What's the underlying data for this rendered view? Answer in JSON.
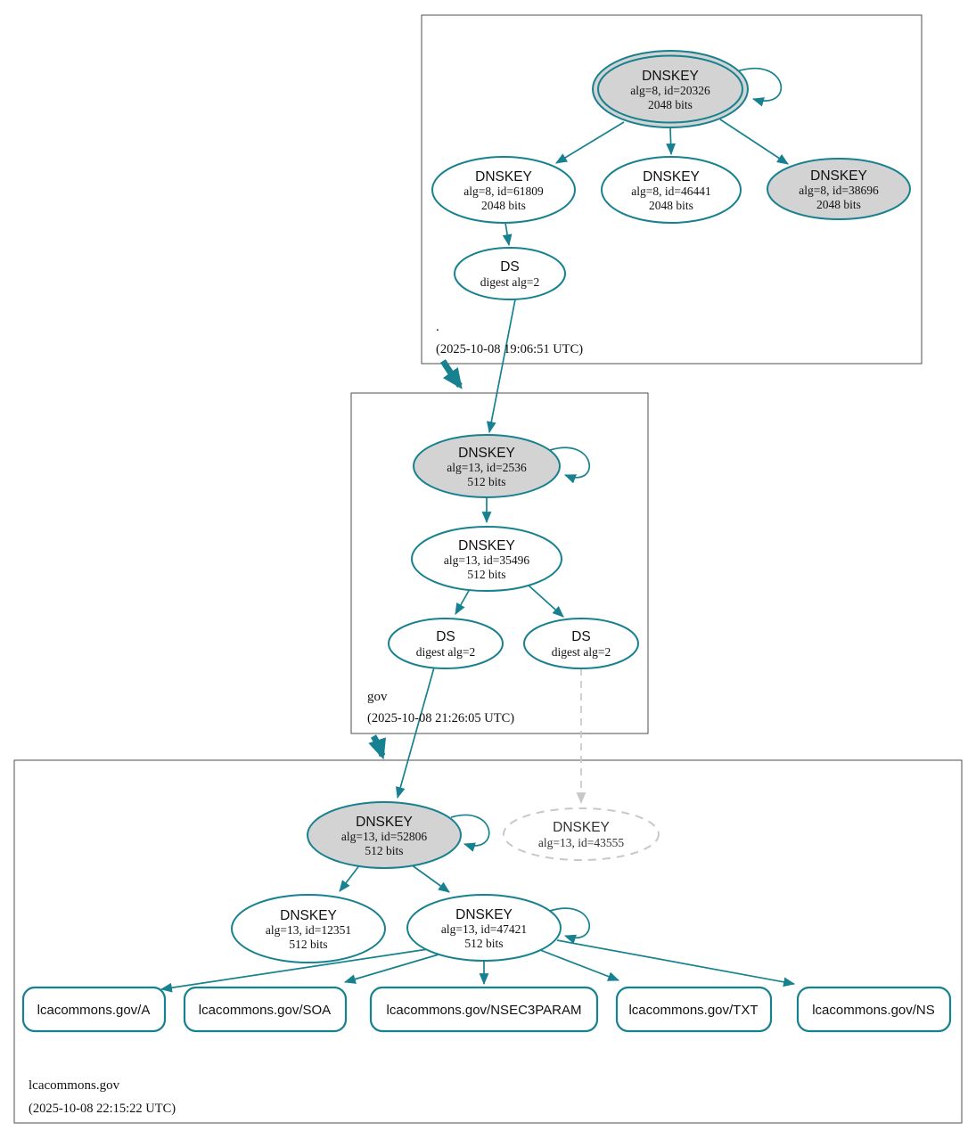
{
  "diagram_type": "dnssec-authentication-chain",
  "colors": {
    "secure_teal": "#17818f",
    "key_fill_gray": "#d3d3d3",
    "insecure_dashed_gray": "#c8c8c8",
    "zone_box_border": "#4d4d4d"
  },
  "zones": [
    {
      "label": ".",
      "timestamp": "(2025-10-08 19:06:51 UTC)",
      "keys": [
        {
          "title": "DNSKEY",
          "detail": "alg=8, id=20326",
          "bits": "2048 bits"
        },
        {
          "title": "DNSKEY",
          "detail": "alg=8, id=61809",
          "bits": "2048 bits"
        },
        {
          "title": "DNSKEY",
          "detail": "alg=8, id=46441",
          "bits": "2048 bits"
        },
        {
          "title": "DNSKEY",
          "detail": "alg=8, id=38696",
          "bits": "2048 bits"
        },
        {
          "title": "DS",
          "detail": "digest alg=2"
        }
      ]
    },
    {
      "label": "gov",
      "timestamp": "(2025-10-08 21:26:05 UTC)",
      "keys": [
        {
          "title": "DNSKEY",
          "detail": "alg=13, id=2536",
          "bits": "512 bits"
        },
        {
          "title": "DNSKEY",
          "detail": "alg=13, id=35496",
          "bits": "512 bits"
        },
        {
          "title": "DS",
          "detail": "digest alg=2"
        },
        {
          "title": "DS",
          "detail": "digest alg=2"
        }
      ]
    },
    {
      "label": "lcacommons.gov",
      "timestamp": "(2025-10-08 22:15:22 UTC)",
      "keys": [
        {
          "title": "DNSKEY",
          "detail": "alg=13, id=52806",
          "bits": "512 bits"
        },
        {
          "title": "DNSKEY",
          "detail": "alg=13, id=43555"
        },
        {
          "title": "DNSKEY",
          "detail": "alg=13, id=12351",
          "bits": "512 bits"
        },
        {
          "title": "DNSKEY",
          "detail": "alg=13, id=47421",
          "bits": "512 bits"
        }
      ],
      "rrsets": [
        {
          "label": "lcacommons.gov/A"
        },
        {
          "label": "lcacommons.gov/SOA"
        },
        {
          "label": "lcacommons.gov/NSEC3PARAM"
        },
        {
          "label": "lcacommons.gov/TXT"
        },
        {
          "label": "lcacommons.gov/NS"
        }
      ]
    }
  ]
}
